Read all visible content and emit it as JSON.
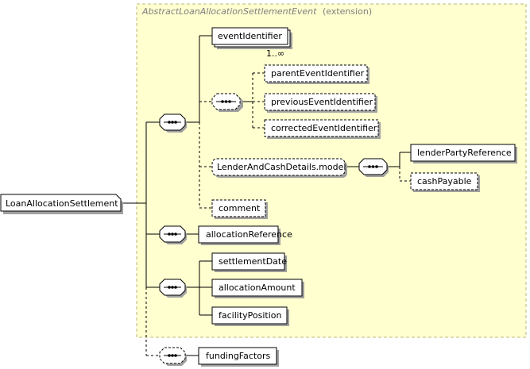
{
  "extension": {
    "title": "AbstractLoanAllocationSettlementEvent",
    "suffix": "(extension)"
  },
  "root": {
    "label": "LoanAllocationSettlement"
  },
  "elements": {
    "event_identifier": "eventIdentifier",
    "cardinality": "1..∞",
    "parent_event_identifier": "parentEventIdentifier",
    "previous_event_identifier": "previousEventIdentifier",
    "corrected_event_identifier": "correctedEventIdentifier",
    "lender_and_cash_details_model": "LenderAndCashDetails.model",
    "lender_party_reference": "lenderPartyReference",
    "cash_payable": "cashPayable",
    "comment": "comment",
    "allocation_reference": "allocationReference",
    "settlement_date": "settlementDate",
    "allocation_amount": "allocationAmount",
    "facility_position": "facilityPosition",
    "funding_factors": "fundingFactors"
  },
  "colors": {
    "extension_fill": "#ffffd0",
    "extension_border": "#b8b87a",
    "box_fill": "#ffffff",
    "box_shadow": "#a0a0a0",
    "line": "#000000"
  }
}
